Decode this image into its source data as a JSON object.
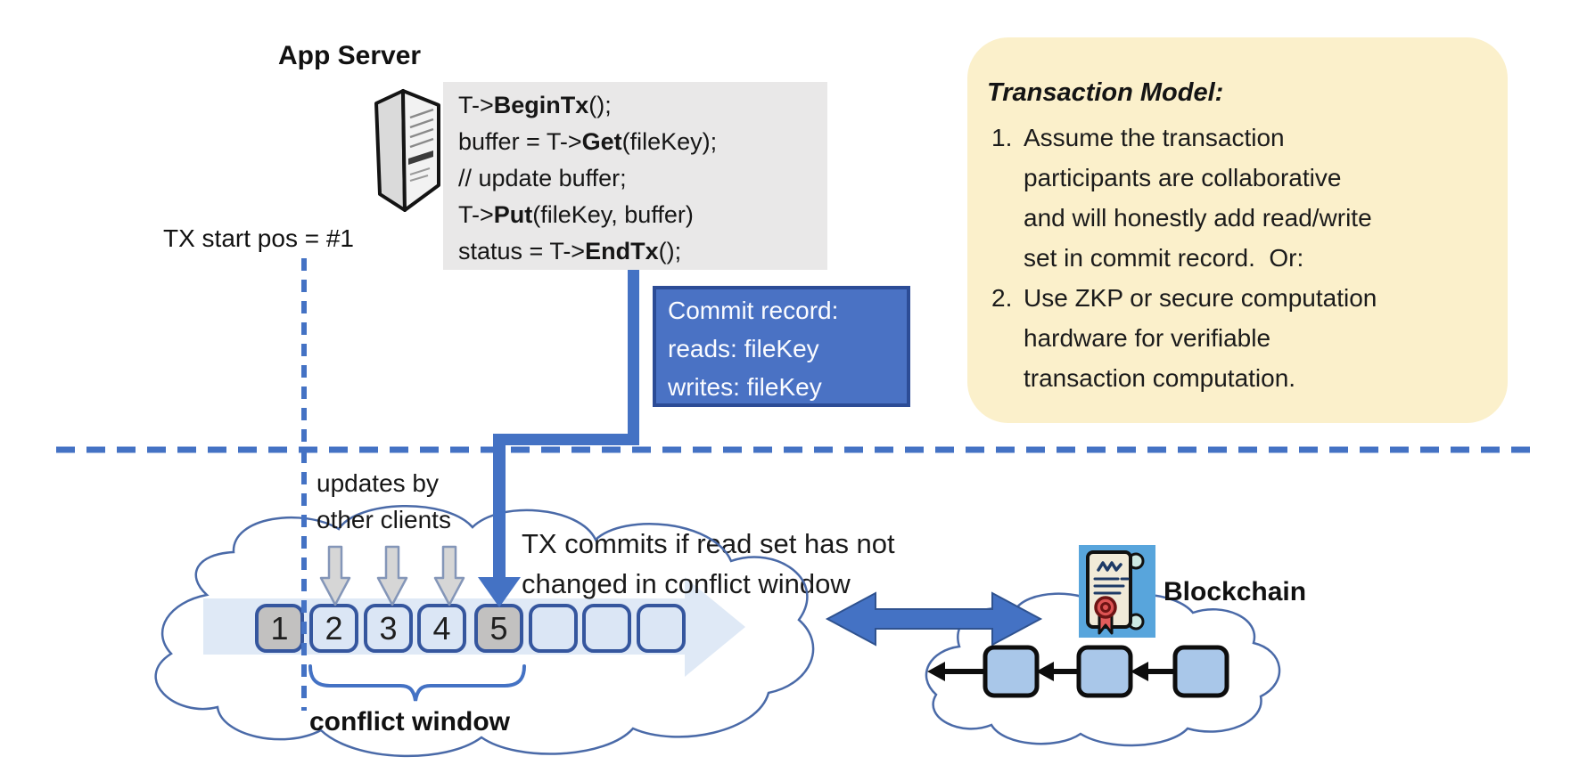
{
  "colors": {
    "accent_blue": "#4472C4",
    "dark_blue_border": "#2C4C96",
    "slot_border_blue": "#35569E",
    "panel_yellow": "#FBF0CB",
    "code_gray": "#E9E8E8",
    "slot_gray": "#C2C1C0",
    "slot_light_blue": "#DBE6F5",
    "band_light_blue": "#DFE9F6",
    "block_blue": "#A9C7E9",
    "cloud_stroke": "#4A6AA8"
  },
  "app_server": {
    "label": "App Server"
  },
  "code_block": {
    "lines": [
      {
        "pre": "T->",
        "bold": "BeginTx",
        "post": "();"
      },
      {
        "pre": "buffer = T->",
        "bold": "Get",
        "post": "(fileKey);"
      },
      {
        "pre": "// update buffer;",
        "bold": "",
        "post": ""
      },
      {
        "pre": "T->",
        "bold": "Put",
        "post": "(fileKey, buffer)"
      },
      {
        "pre": "status = T->",
        "bold": "EndTx",
        "post": "();"
      }
    ]
  },
  "tx_start_label": "TX start pos = #1",
  "commit_record": {
    "lines": [
      "Commit record:",
      "reads: fileKey",
      "writes: fileKey"
    ]
  },
  "transaction_model": {
    "title": "Transaction Model:",
    "items": [
      {
        "number": "1.",
        "lines": [
          "Assume the transaction",
          "participants are collaborative",
          "and will honestly add read/write",
          "set in commit record.  Or:"
        ]
      },
      {
        "number": "2.",
        "lines": [
          "Use ZKP or secure computation",
          "hardware for verifiable",
          "transaction computation."
        ]
      }
    ]
  },
  "updates_note": {
    "lines": [
      "updates by",
      "other clients"
    ]
  },
  "tx_commit_note": {
    "lines": [
      "TX commits if read set has not",
      "changed in conflict window"
    ]
  },
  "timeline": {
    "slots": [
      {
        "label": "1"
      },
      {
        "label": "2"
      },
      {
        "label": "3"
      },
      {
        "label": "4"
      },
      {
        "label": "5"
      },
      {
        "label": ""
      },
      {
        "label": ""
      },
      {
        "label": ""
      }
    ]
  },
  "conflict_window_label": "conflict window",
  "blockchain_label": "Blockchain"
}
